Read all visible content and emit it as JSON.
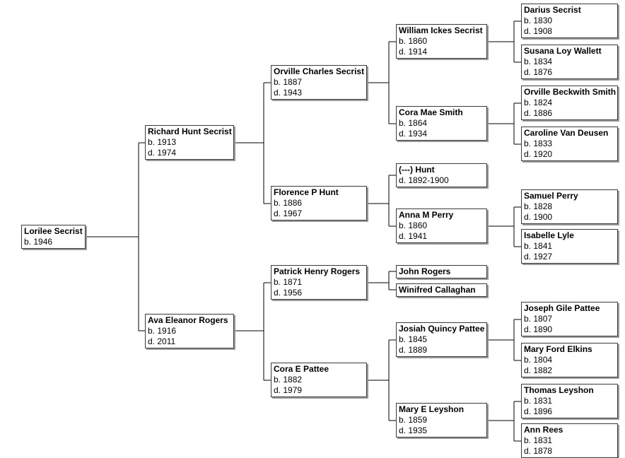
{
  "people": {
    "p1": {
      "name": "Lorilee Secrist",
      "born": "b. 1946",
      "died": ""
    },
    "p2": {
      "name": "Richard Hunt Secrist",
      "born": "b. 1913",
      "died": "d. 1974"
    },
    "p3": {
      "name": "Ava Eleanor Rogers",
      "born": "b. 1916",
      "died": "d. 2011"
    },
    "p4": {
      "name": "Orville Charles Secrist",
      "born": "b. 1887",
      "died": "d. 1943"
    },
    "p5": {
      "name": "Florence P Hunt",
      "born": "b. 1886",
      "died": "d. 1967"
    },
    "p6": {
      "name": "Patrick Henry Rogers",
      "born": "b. 1871",
      "died": "d. 1956"
    },
    "p7": {
      "name": "Cora E Pattee",
      "born": "b. 1882",
      "died": "d. 1979"
    },
    "p8": {
      "name": "William Ickes Secrist",
      "born": "b. 1860",
      "died": "d. 1914"
    },
    "p9": {
      "name": "Cora Mae Smith",
      "born": "b. 1864",
      "died": "d. 1934"
    },
    "p10": {
      "name": "(---) Hunt",
      "born": "",
      "died": "d. 1892-1900"
    },
    "p11": {
      "name": "Anna M Perry",
      "born": "b. 1860",
      "died": "d. 1941"
    },
    "p12": {
      "name": "John Rogers",
      "born": "",
      "died": ""
    },
    "p13": {
      "name": "Winifred Callaghan",
      "born": "",
      "died": ""
    },
    "p14": {
      "name": "Josiah Quincy Pattee",
      "born": "b. 1845",
      "died": "d. 1889"
    },
    "p15": {
      "name": "Mary E Leyshon",
      "born": "b. 1859",
      "died": "d. 1935"
    },
    "p16": {
      "name": "Darius Secrist",
      "born": "b. 1830",
      "died": "d. 1908"
    },
    "p17": {
      "name": "Susana Loy Wallett",
      "born": "b. 1834",
      "died": "d. 1876"
    },
    "p18": {
      "name": "Orville Beckwith Smith",
      "born": "b. 1824",
      "died": "d. 1886"
    },
    "p19": {
      "name": "Caroline Van Deusen",
      "born": "b. 1833",
      "died": "d. 1920"
    },
    "p20": {
      "name": "Samuel Perry",
      "born": "b. 1828",
      "died": "d. 1900"
    },
    "p21": {
      "name": "Isabelle Lyle",
      "born": "b. 1841",
      "died": "d. 1927"
    },
    "p22": {
      "name": "Joseph Gile Pattee",
      "born": "b. 1807",
      "died": "d. 1890"
    },
    "p23": {
      "name": "Mary Ford Elkins",
      "born": "b. 1804",
      "died": "d. 1882"
    },
    "p24": {
      "name": "Thomas Leyshon",
      "born": "b. 1831",
      "died": "d. 1896"
    },
    "p25": {
      "name": "Ann Rees",
      "born": "b. 1831",
      "died": "d. 1878"
    }
  }
}
